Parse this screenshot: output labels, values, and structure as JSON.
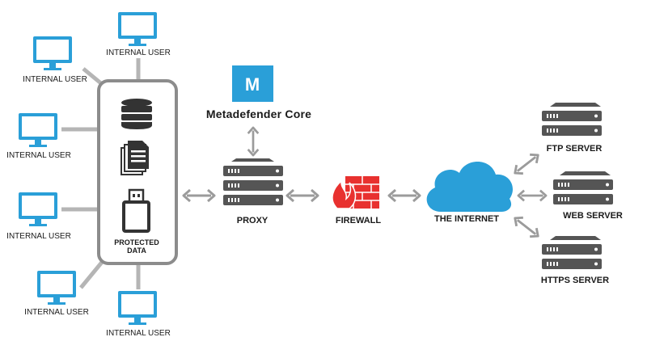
{
  "colors": {
    "accent": "#2a9fd8",
    "cloud": "#2a9fd8",
    "firewall": "#e8312f",
    "server": "#555555",
    "arrow": "#9b9b9b",
    "line": "#b5b5b5",
    "box_border": "#8c8c8c"
  },
  "labels": {
    "internal_user": "INTERNAL USER",
    "protected_data": "PROTECTED DATA",
    "metadefender_logo": "M",
    "metadefender_core": "Metadefender Core",
    "proxy": "PROXY",
    "firewall": "FIREWALL",
    "internet": "THE INTERNET",
    "ftp_server": "FTP SERVER",
    "web_server": "WEB SERVER",
    "https_server": "HTTPS SERVER"
  },
  "icons": {
    "user": "computer-monitor-icon",
    "database": "database-icon",
    "documents": "documents-icon",
    "usb": "usb-drive-icon",
    "logo": "metadefender-logo-icon",
    "proxy": "server-icon",
    "firewall": "firewall-icon",
    "cloud": "cloud-icon"
  }
}
